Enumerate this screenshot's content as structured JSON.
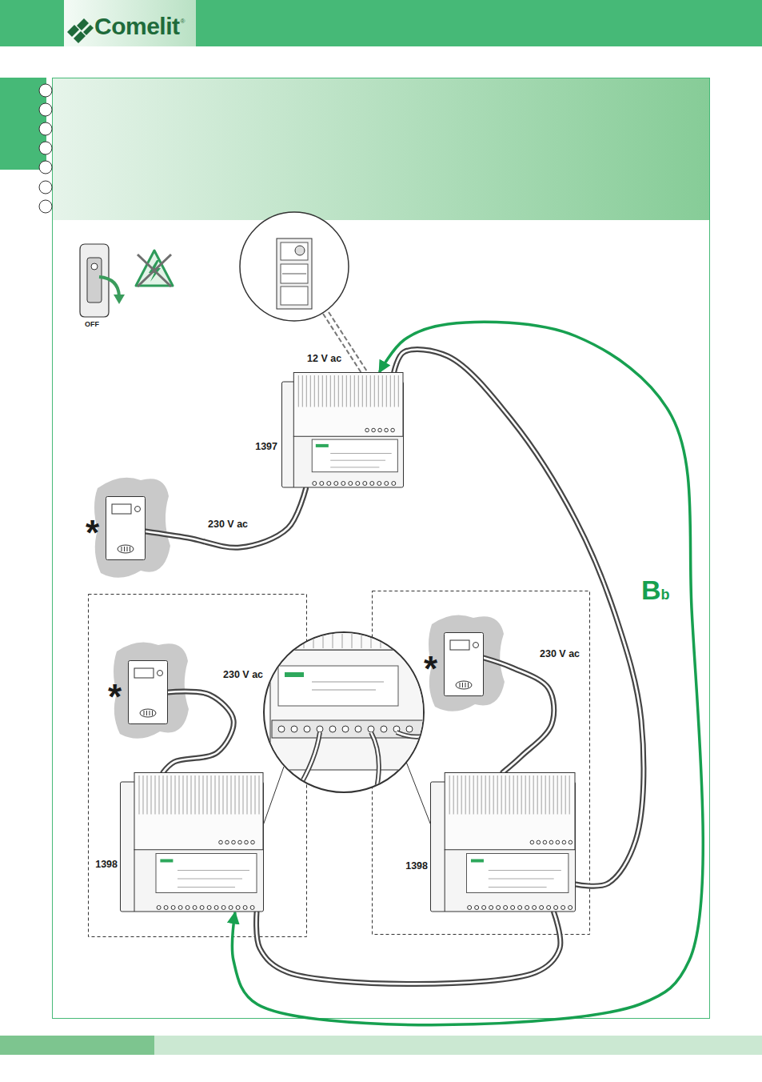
{
  "diagram": {
    "nodes": [
      {
        "text": [
          "1397"
        ]
      },
      {
        "text": [
          "*"
        ]
      },
      {
        "text": [
          "1398"
        ]
      },
      {
        "text": [
          "*"
        ]
      },
      {
        "text": [
          "1398"
        ]
      },
      {
        "text": [
          "*"
        ]
      }
    ],
    "edges": [
      {
        "from": 1,
        "to": 0,
        "label": "230 V ac",
        "arrow": "none"
      },
      {
        "from": 3,
        "to": 2,
        "label": "230 V ac",
        "arrow": "none"
      },
      {
        "from": 5,
        "to": 4,
        "label": "230 V ac",
        "arrow": "none"
      },
      {
        "from": 0,
        "to": 4,
        "arrow": "none"
      },
      {
        "from": 4,
        "to": 2,
        "arrow": "none"
      },
      {
        "from": 2,
        "to": 0,
        "label": "Bb",
        "arrow": "both"
      }
    ],
    "labels": [
      "Comelit",
      "®",
      "OFF",
      "12 V ac"
    ]
  }
}
